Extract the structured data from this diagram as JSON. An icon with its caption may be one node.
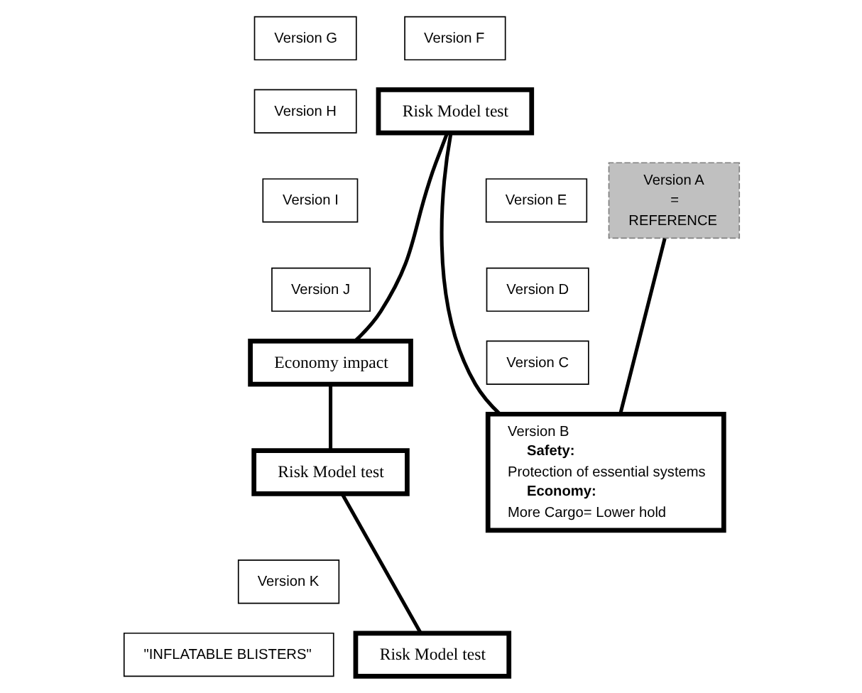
{
  "diagram": {
    "nodes": [
      {
        "text": [
          "Version G"
        ]
      },
      {
        "text": [
          "Version F"
        ]
      },
      {
        "text": [
          "Version H"
        ]
      },
      {
        "text": [
          "Risk Model test"
        ]
      },
      {
        "text": [
          "Version I"
        ]
      },
      {
        "text": [
          "Version A",
          "=",
          "REFERENCE"
        ]
      },
      {
        "text": [
          "Version E"
        ]
      },
      {
        "text": [
          "Version D"
        ]
      },
      {
        "text": [
          "Version J"
        ]
      },
      {
        "text": [
          "Version C"
        ]
      },
      {
        "text": [
          "Economy impact"
        ]
      },
      {
        "text": [
          "Version B",
          "Safety:",
          "Protection of essential systems",
          "Economy:",
          "More Cargo= Lower hold"
        ]
      },
      {
        "text": [
          "Risk Model test"
        ]
      },
      {
        "text": [
          "Version K"
        ]
      },
      {
        "text": [
          "\"INFLATABLE BLISTERS\""
        ]
      },
      {
        "text": [
          "Risk Model test"
        ]
      }
    ],
    "edges": [
      {
        "from": 5,
        "to": 11,
        "arrow": "none"
      },
      {
        "from": 11,
        "to": 3,
        "arrow": "none"
      },
      {
        "from": 3,
        "to": 10,
        "arrow": "none"
      },
      {
        "from": 10,
        "to": 12,
        "arrow": "none"
      },
      {
        "from": 12,
        "to": 15,
        "arrow": "none"
      }
    ]
  }
}
